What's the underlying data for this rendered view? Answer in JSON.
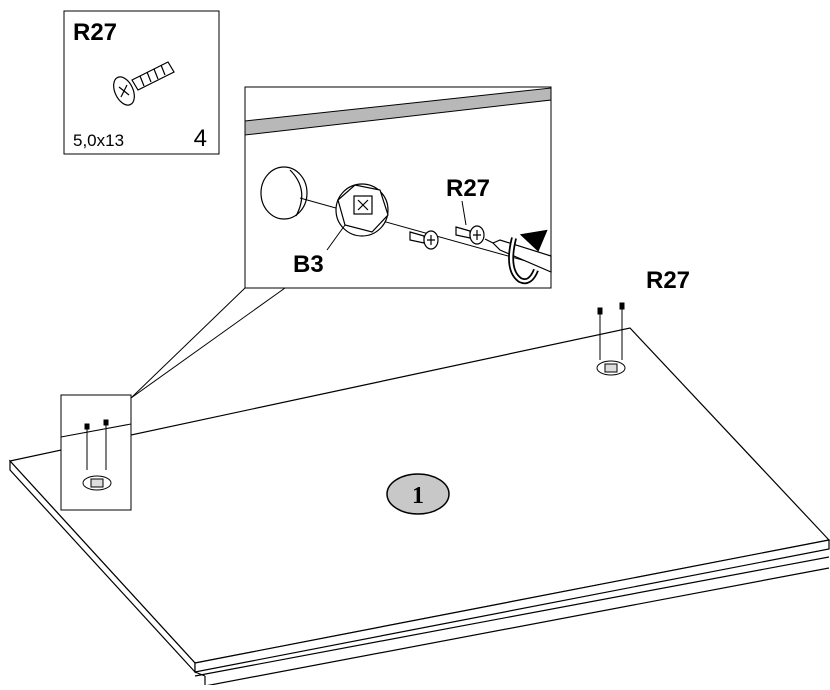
{
  "parts_box": {
    "part_code": "R27",
    "dimensions": "5,0x13",
    "quantity": "4"
  },
  "detail": {
    "screw_label": "R27",
    "cam_label": "B3"
  },
  "panel": {
    "screw_label": "R27",
    "part_number": "1"
  },
  "colors": {
    "line": "#000000",
    "panel_fill": "#ffffff",
    "edge_gray": "#b8b8b8",
    "badge_fill": "#c8c8c8"
  },
  "icons": [
    "screw-icon",
    "cam-lock-icon",
    "screwdriver-icon",
    "rotate-arrow-icon"
  ]
}
